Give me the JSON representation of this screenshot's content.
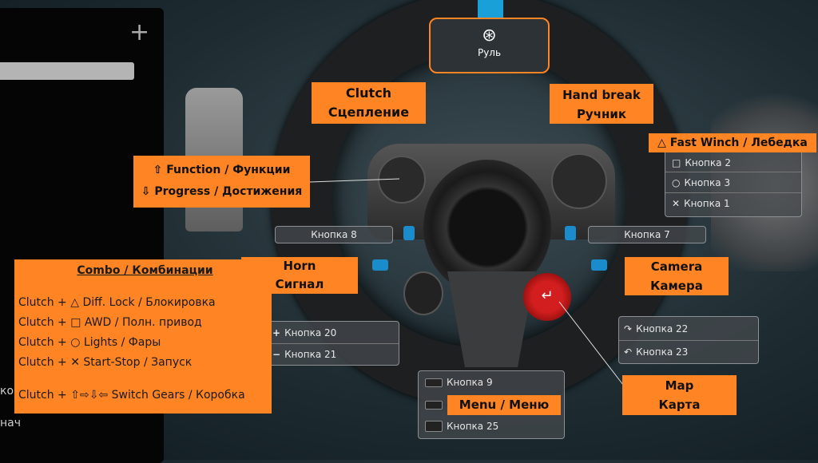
{
  "left_panel": {
    "add_icon": "plus-icon",
    "fragment_1": "ко",
    "fragment_2": "нач"
  },
  "wheel_box": {
    "label": "Руль",
    "icon": "steering-wheel-icon"
  },
  "labels": {
    "clutch": [
      "Clutch",
      "Сцепление"
    ],
    "hand_break": [
      "Hand break",
      "Ручник"
    ],
    "fast_winch": "Fast Winch / Лебедка",
    "function": "Function / Функции",
    "progress": "Progress / Достижения",
    "horn": [
      "Horn",
      "Сигнал"
    ],
    "camera": [
      "Camera",
      "Камера"
    ],
    "map": [
      "Map",
      "Карта"
    ],
    "menu": "Menu / Меню"
  },
  "buttons": {
    "b2": "Кнопка 2",
    "b3": "Кнопка 3",
    "b1": "Кнопка 1",
    "b8": "Кнопка 8",
    "b7": "Кнопка 7",
    "b20": "Кнопка 20",
    "b21": "Кнопка 21",
    "b22": "Кнопка 22",
    "b23": "Кнопка 23",
    "b9": "Кнопка 9",
    "b25": "Кнопка 25"
  },
  "combo": {
    "title": "Combo / Комбинации",
    "lines": [
      "Clutch + △ Diff. Lock / Блокировка",
      "Clutch + □ AWD / Полн. привод",
      "Clutch + ○ Lights / Фары",
      "Clutch + ✕ Start-Stop / Запуск",
      "Clutch + ⇧⇨⇩⇦ Switch Gears / Коробка"
    ]
  },
  "colors": {
    "accent": "#ff8424",
    "highlight": "#1aa0d8"
  }
}
